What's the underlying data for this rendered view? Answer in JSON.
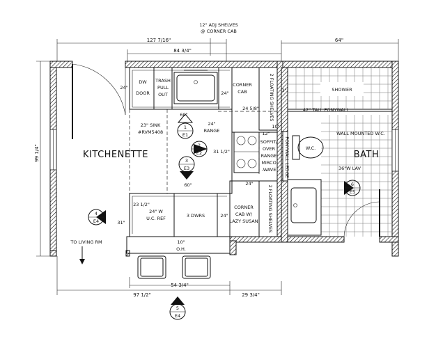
{
  "rooms": {
    "kitchenette": "KITCHENETTE",
    "bath": "BATH",
    "shower": "SHOWER"
  },
  "dimensions": {
    "overall_upper": "127 7/16\"",
    "cabinet_run": "84 3/4\"",
    "bath_width": "64\"",
    "left_height": "99 1/4\"",
    "cab_depth_top": "24\"",
    "corner_cab_top_depth": "24\"",
    "corner_cab_top_width": "24 5/8\"",
    "shower_curb": "3\"",
    "range_depth": "24\"",
    "range_width": "31 1/2\"",
    "soffit_12": "12\"",
    "soffit_10": "10\"",
    "island_60_top": "60\"",
    "island_60_bottom": "60\"",
    "lower_24_right": "24\"",
    "ref_depth": "23 1/2\"",
    "lower_31": "31\"",
    "corner_cab_bottom_depth": "24\"",
    "oh": "10\"",
    "oh_label": "O.H.",
    "bottom_54": "54 3/4\"",
    "bottom_97": "97 1/2\"",
    "bottom_29": "29 3/4\""
  },
  "labels": {
    "adj_shelves": "12\" ADJ SHELVES",
    "adj_shelves_2": "@ CORNER CAB",
    "dw_1": "DW",
    "dw_2": "DOOR",
    "trash_1": "TRASH",
    "trash_2": "PULL",
    "trash_3": "OUT",
    "floating_upper": "2 FLOATING SHELVES",
    "corner_cab_1": "CORNER",
    "corner_cab_2": "CAB",
    "sink_1": "23\" SINK",
    "sink_2": "#RVM5408",
    "range": "RANGE",
    "soffit_1": "SOFFIT/",
    "soffit_2": "OVER",
    "soffit_3": "RANGE",
    "soffit_4": "MIRCO",
    "soffit_5": "-WAVE",
    "ponywall_ledge": "PONYWALL LEDGE",
    "tall_ponywall": "42\" TALL PONYWALL",
    "wall_mounted_wc": "WALL MOUNTED W.C.",
    "wc": "W.C.",
    "lav": "36\"W LAV",
    "uc_ref_1": "24\" W",
    "uc_ref_2": "U.C. REF",
    "drawers": "3 DWRS",
    "floating_lower": "2 FLOATING SHELVES",
    "corner_lazy_1": "CORNER",
    "corner_lazy_2": "CAB W/",
    "corner_lazy_3": "LAZY SUSAN",
    "to_living": "TO LIVING RM"
  },
  "markers": [
    {
      "num": "1",
      "sheet": "E1"
    },
    {
      "num": "2",
      "sheet": "E2"
    },
    {
      "num": "3",
      "sheet": "E3"
    },
    {
      "num": "4",
      "sheet": "E4"
    },
    {
      "num": "5",
      "sheet": "E4"
    },
    {
      "num": "6",
      "sheet": "E5"
    }
  ]
}
